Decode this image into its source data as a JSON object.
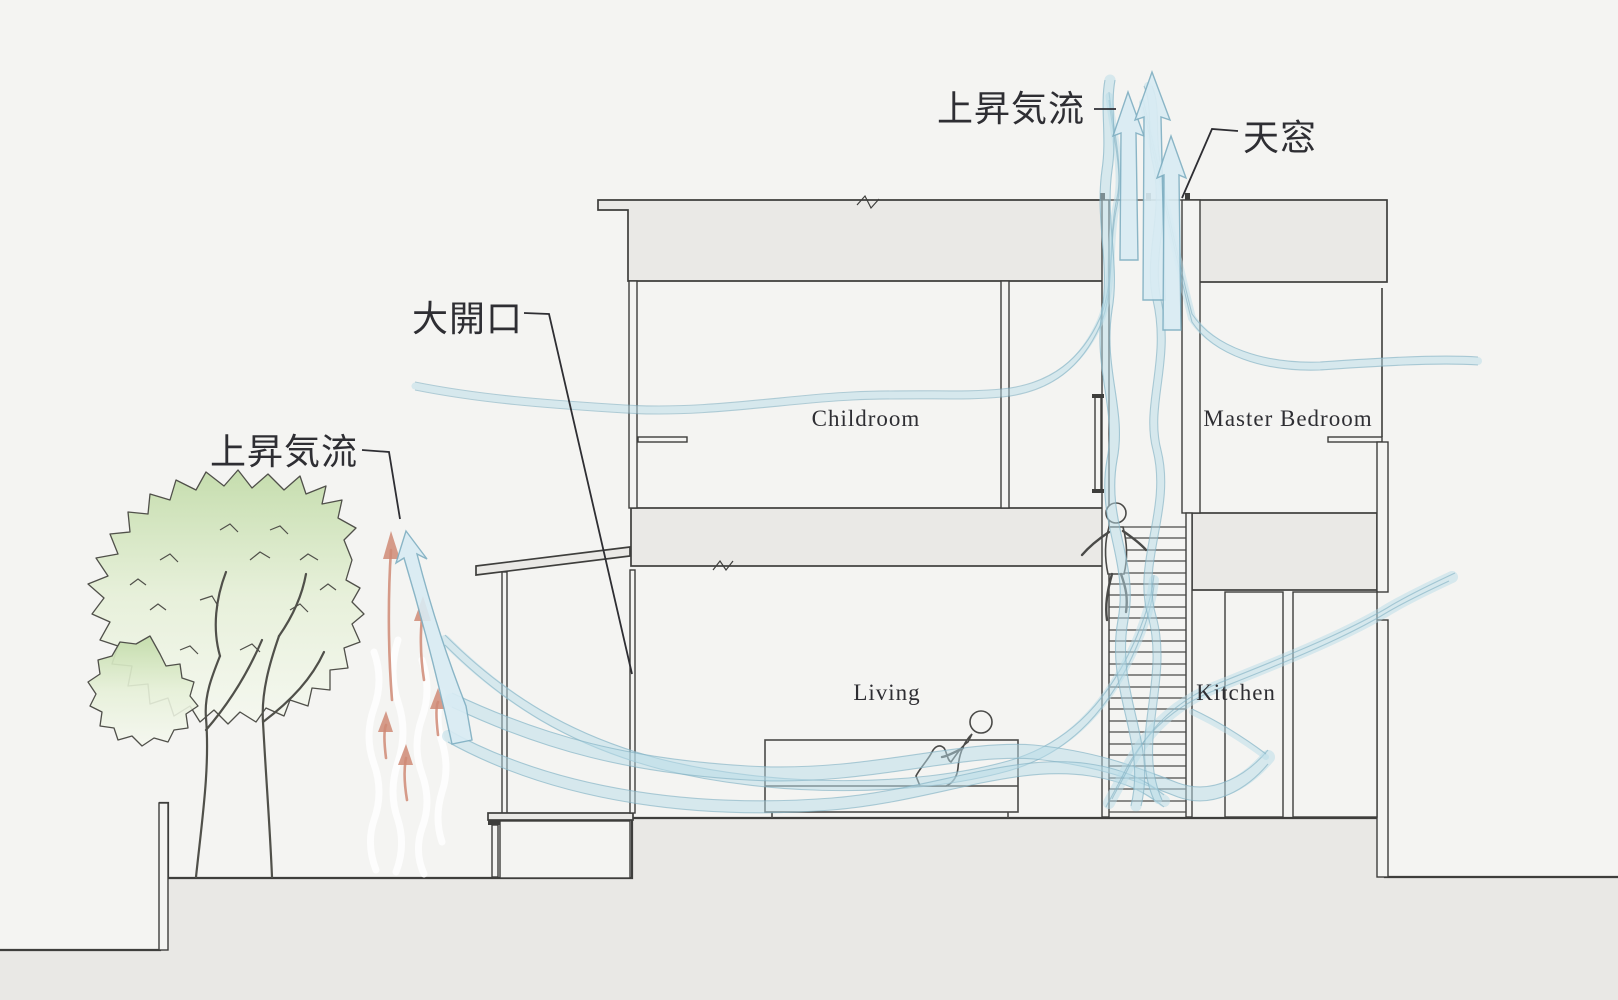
{
  "labels": {
    "updraft_top": "上昇気流",
    "skylight": "天窓",
    "large_opening": "大開口",
    "updraft_left": "上昇気流",
    "rooms": {
      "childroom": "Childroom",
      "master_bedroom": "Master Bedroom",
      "living": "Living",
      "kitchen": "Kitchen"
    }
  },
  "colors": {
    "background": "#f4f4f2",
    "ground": "#e9e8e5",
    "structureFill": "#eae9e6",
    "line": "#3e3e3c",
    "airflowFill": "#b8dbe8",
    "airflowEdge": "#7fafc2",
    "arrowBlueFill": "#d9ecf4",
    "updraftRed": "#cf8a76",
    "heatWave": "#ffffff",
    "treeGreenDark": "#c3dcaa",
    "treeGreenLight": "#f5f8ef",
    "treeLine": "#50504a",
    "figureLine": "#4a4a48",
    "text": "#2e2e33"
  }
}
